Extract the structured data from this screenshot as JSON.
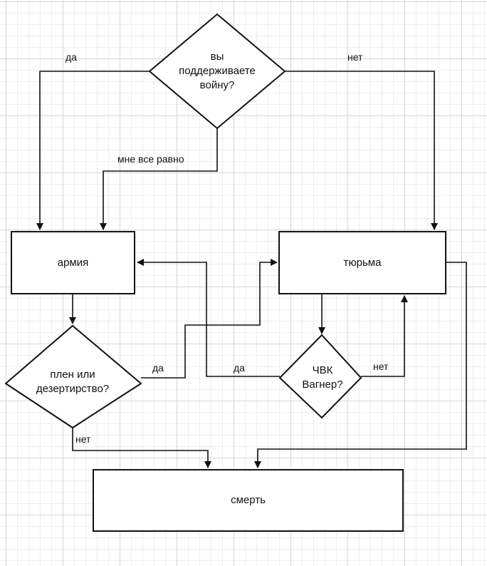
{
  "nodes": {
    "q_support": {
      "text": "вы\nподдерживаете\nвойну?",
      "shape": "diamond"
    },
    "army": {
      "text": "армия",
      "shape": "rect"
    },
    "prison": {
      "text": "тюрьма",
      "shape": "rect"
    },
    "q_capture": {
      "text": "плен или\nдезертирство?",
      "shape": "diamond"
    },
    "q_wagner": {
      "text": "ЧВК\nВагнер?",
      "shape": "diamond"
    },
    "death": {
      "text": "смерть",
      "shape": "rect"
    }
  },
  "edges": [
    {
      "from": "q_support",
      "to": "army",
      "label": "да"
    },
    {
      "from": "q_support",
      "to": "prison",
      "label": "нет"
    },
    {
      "from": "q_support",
      "to": "army",
      "label": "мне все равно"
    },
    {
      "from": "army",
      "to": "q_capture",
      "label": ""
    },
    {
      "from": "q_capture",
      "to": "prison",
      "label": "да"
    },
    {
      "from": "q_capture",
      "to": "death",
      "label": "нет"
    },
    {
      "from": "prison",
      "to": "q_wagner",
      "label": ""
    },
    {
      "from": "q_wagner",
      "to": "army",
      "label": "да"
    },
    {
      "from": "q_wagner",
      "to": "prison",
      "label": "нет"
    },
    {
      "from": "prison",
      "to": "death",
      "label": ""
    }
  ],
  "colors": {
    "stroke": "#111111",
    "grid": "#d6d6d6",
    "background": "#ffffff"
  }
}
